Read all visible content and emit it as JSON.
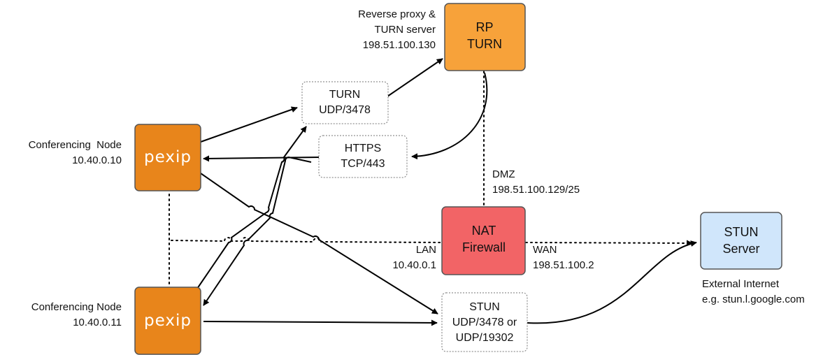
{
  "rp_turn": {
    "caption": [
      "Reverse proxy &",
      "TURN server",
      "198.51.100.130"
    ],
    "box": [
      "RP",
      "TURN"
    ],
    "color": "#F7A23A"
  },
  "node1": {
    "caption": [
      "Conferencing  Node",
      "10.40.0.10"
    ],
    "logo": "pexip",
    "color": "#E8851B"
  },
  "node2": {
    "caption": [
      "Conferencing Node",
      "10.40.0.11"
    ],
    "logo": "pexip",
    "color": "#E8851B"
  },
  "turn_port": [
    "TURN",
    "UDP/3478"
  ],
  "https_port": [
    "HTTPS",
    "TCP/443"
  ],
  "stun_port": [
    "STUN",
    "UDP/3478 or",
    "UDP/19302"
  ],
  "dmz": [
    "DMZ",
    "198.51.100.129/25"
  ],
  "firewall": {
    "box": [
      "NAT",
      "Firewall"
    ],
    "lan": [
      "LAN",
      "10.40.0.1"
    ],
    "wan": [
      "WAN",
      "198.51.100.2"
    ],
    "color": "#F26466"
  },
  "stun_server": {
    "box": [
      "STUN",
      "Server"
    ],
    "caption": [
      "External Internet",
      "e.g. stun.l.google.com"
    ],
    "color": "#D0E6FB"
  }
}
